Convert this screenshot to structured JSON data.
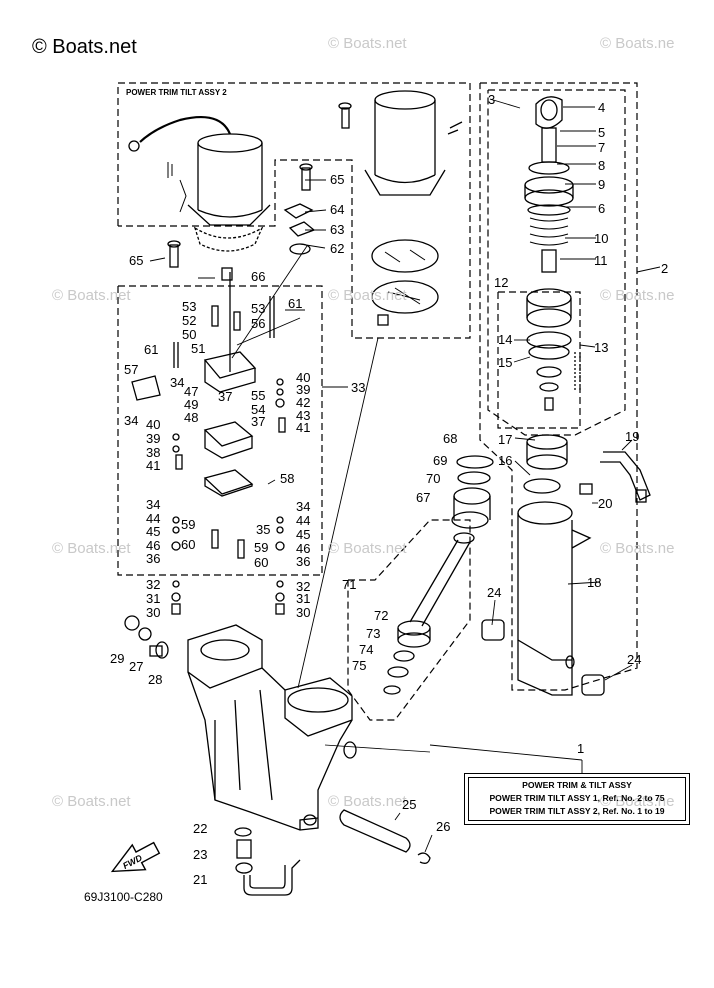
{
  "copyright": "© Boats.net",
  "watermarks": [
    "© Boats.net",
    "© Boats.net",
    "© Boats.ne",
    "© Boats.net",
    "© Boats.net",
    "© Boats.ne",
    "© Boats.net",
    "© Boats.net",
    "© Boats.ne",
    "© Boats.net",
    "© Boats.net",
    "© Boats.ne"
  ],
  "assy2_label": "POWER TRIM TILT ASSY 2",
  "legend": {
    "title": "POWER TRIM & TILT ASSY",
    "line1": "POWER TRIM TILT ASSY 1,  Ref. No. 2 to 75",
    "line2": "POWER TRIM TILT ASSY 2,  Ref. No. 1 to 19"
  },
  "fwd_label": "FWD",
  "diagram_code": "69J3100-C280",
  "callouts": [
    "1",
    "2",
    "3",
    "4",
    "5",
    "6",
    "7",
    "8",
    "9",
    "10",
    "11",
    "12",
    "13",
    "14",
    "15",
    "16",
    "17",
    "18",
    "19",
    "20",
    "21",
    "22",
    "23",
    "24",
    "24",
    "25",
    "26",
    "27",
    "28",
    "29",
    "30",
    "30",
    "31",
    "31",
    "32",
    "32",
    "33",
    "34",
    "34",
    "34",
    "34",
    "35",
    "36",
    "36",
    "37",
    "37",
    "38",
    "39",
    "39",
    "40",
    "40",
    "41",
    "41",
    "42",
    "43",
    "44",
    "44",
    "45",
    "45",
    "46",
    "46",
    "47",
    "48",
    "49",
    "50",
    "51",
    "52",
    "53",
    "53",
    "54",
    "55",
    "56",
    "57",
    "58",
    "59",
    "59",
    "60",
    "60",
    "61",
    "61",
    "62",
    "63",
    "64",
    "65",
    "65",
    "66",
    "67",
    "68",
    "69",
    "70",
    "71",
    "72",
    "73",
    "74",
    "75"
  ]
}
